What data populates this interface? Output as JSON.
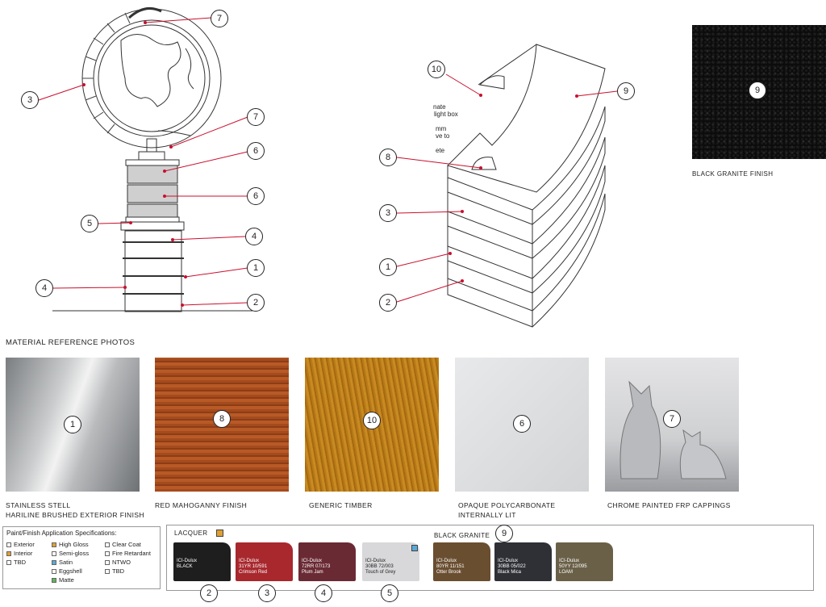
{
  "drawing": {
    "globe_labels": {
      "c7a": "7",
      "c3": "3",
      "c7b": "7",
      "c6a": "6",
      "c6b": "6",
      "c5": "5",
      "c4a": "4",
      "c1": "1",
      "c4b": "4",
      "c2": "2"
    },
    "counter_labels": {
      "c10": "10",
      "c9": "9",
      "c8": "8",
      "c3": "3",
      "c1": "1",
      "c2": "2"
    },
    "counter_note": [
      "nate",
      "light box",
      "mm",
      "ve to",
      "ete"
    ]
  },
  "granite_sample": {
    "label": "9",
    "caption": "BLACK GRANITE FINISH"
  },
  "material_heading": "MATERIAL REFERENCE PHOTOS",
  "photos": [
    {
      "num": "1",
      "caption_line1": "STAINLESS STELL",
      "caption_line2": "HARILINE BRUSHED EXTERIOR FINISH"
    },
    {
      "num": "8",
      "caption_line1": "RED MAHOGANNY FINISH",
      "caption_line2": ""
    },
    {
      "num": "10",
      "caption_line1": "GENERIC TIMBER",
      "caption_line2": ""
    },
    {
      "num": "6",
      "caption_line1": "OPAQUE POLYCARBONATE",
      "caption_line2": "INTERNALLY LIT"
    },
    {
      "num": "7",
      "caption_line1": "CHROME PAINTED FRP CAPPINGS",
      "caption_line2": ""
    }
  ],
  "spec": {
    "title": "Paint/Finish Application Specifications:",
    "col1": [
      "Exterior",
      "Interior",
      "TBD"
    ],
    "col2": [
      "High Gloss",
      "Semi-gloss",
      "Satin",
      "Eggshell",
      "Matte"
    ],
    "col3": [
      "Clear Coat",
      "Fire Retardant",
      "NTWO",
      "TBD"
    ],
    "colors": {
      "interior": "#e0a030",
      "high_gloss": "#e0a030",
      "satin": "#5aa8d8",
      "matte": "#5cb85c"
    }
  },
  "swatches": {
    "lacquer_label": "LACQUER",
    "granite_label": "BLACK GRANITE",
    "granite_num": "9",
    "items": [
      {
        "brand": "ICI-Dulux",
        "code": "BLACK",
        "name": "",
        "color": "#1e1e1e",
        "num": "2"
      },
      {
        "brand": "ICI-Dulux",
        "code": "31YR 10/591",
        "name": "Crimson Red",
        "color": "#a8282e",
        "num": "3"
      },
      {
        "brand": "ICI-Dulux",
        "code": "72RR 07/173",
        "name": "Plum Jam",
        "color": "#6a2a34",
        "num": "4"
      },
      {
        "brand": "ICI-Dulux",
        "code": "30BB 72/003",
        "name": "Touch of Grey",
        "color": "#d8d8da",
        "num": "5"
      },
      {
        "brand": "ICI-Dulux",
        "code": "80YR 11/151",
        "name": "Otter Brook",
        "color": "#6a4e30",
        "num": ""
      },
      {
        "brand": "ICI-Dulux",
        "code": "30BB 05/022",
        "name": "Black Mica",
        "color": "#2e3036",
        "num": ""
      },
      {
        "brand": "ICI-Dulux",
        "code": "50YY 12/095",
        "name": "LOAM",
        "color": "#6a6048",
        "num": ""
      }
    ]
  }
}
